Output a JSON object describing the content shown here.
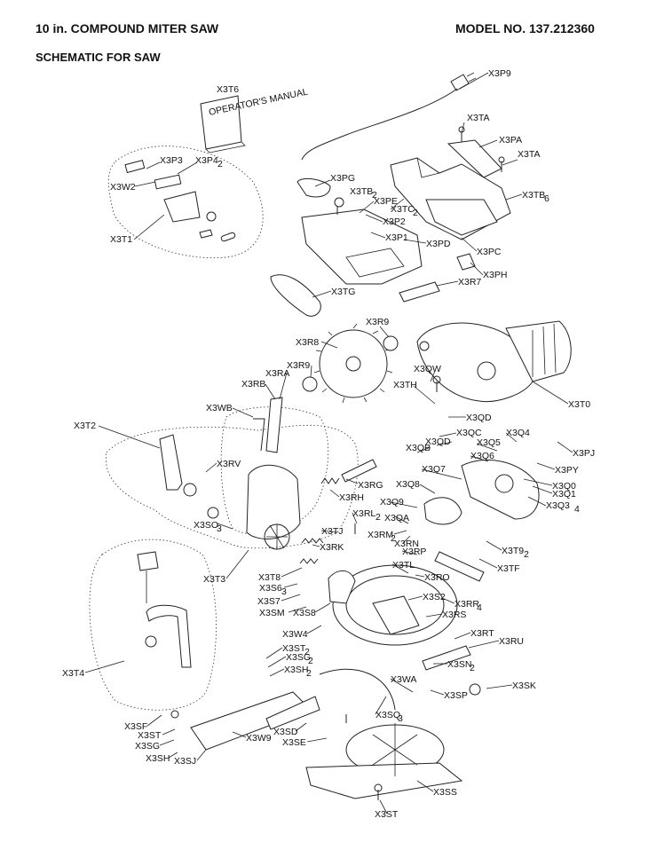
{
  "header": {
    "title": "10 in. COMPOUND MITER SAW",
    "model": "MODEL NO. 137.212360",
    "subtitle": "SCHEMATIC FOR SAW"
  },
  "manual_cover_text": "OPERATOR'S MANUAL",
  "labels": [
    "X3P9",
    "X3TA",
    "X3T6",
    "X3PA",
    "X3TA",
    "X3P3",
    "X3P4",
    "X3PG",
    "X3TB",
    "X3TB",
    "X3W2",
    "X3PE",
    "X3TC",
    "X3P2",
    "X3T1",
    "X3P1",
    "X3PD",
    "X3PC",
    "X3PH",
    "X3R7",
    "X3TG",
    "X3R9",
    "X3R8",
    "X3R9",
    "X3QW",
    "X3RA",
    "X3RB",
    "X3TH",
    "X3T0",
    "X3WB",
    "X3QD",
    "X3T2",
    "X3QC",
    "X3Q4",
    "X3QD",
    "X3Q5",
    "X3PJ",
    "X3QB",
    "X3Q6",
    "X3RV",
    "X3PY",
    "X3Q7",
    "X3RG",
    "X3Q0",
    "X3Q1",
    "X3Q8",
    "X3Q3",
    "X3RH",
    "X3Q9",
    "X3RL",
    "X3QA",
    "X3SO",
    "X3TJ",
    "X3RM",
    "X3RN",
    "X3T9",
    "X3RK",
    "X3RP",
    "X3TF",
    "X3T3",
    "X3TL",
    "X3T8",
    "X3RO",
    "X3S6",
    "X3S2",
    "X3RR",
    "X3S7",
    "X3SM",
    "X3S8",
    "X3RS",
    "X3T4",
    "X3W4",
    "X3RT",
    "X3RU",
    "X3ST",
    "X3SG",
    "X3SH",
    "X3SN",
    "X3WA",
    "X3SK",
    "X3SP",
    "X3SQ",
    "X3SF",
    "X3ST",
    "X3W9",
    "X3SD",
    "X3SG",
    "X3SE",
    "X3SH",
    "X3SJ",
    "X3SS",
    "X3ST"
  ],
  "subscripts": [
    "2",
    "2",
    "6",
    "2",
    "3",
    "4",
    "2",
    "2",
    "2",
    "3",
    "4",
    "2",
    "2",
    "2",
    "2",
    "3"
  ]
}
